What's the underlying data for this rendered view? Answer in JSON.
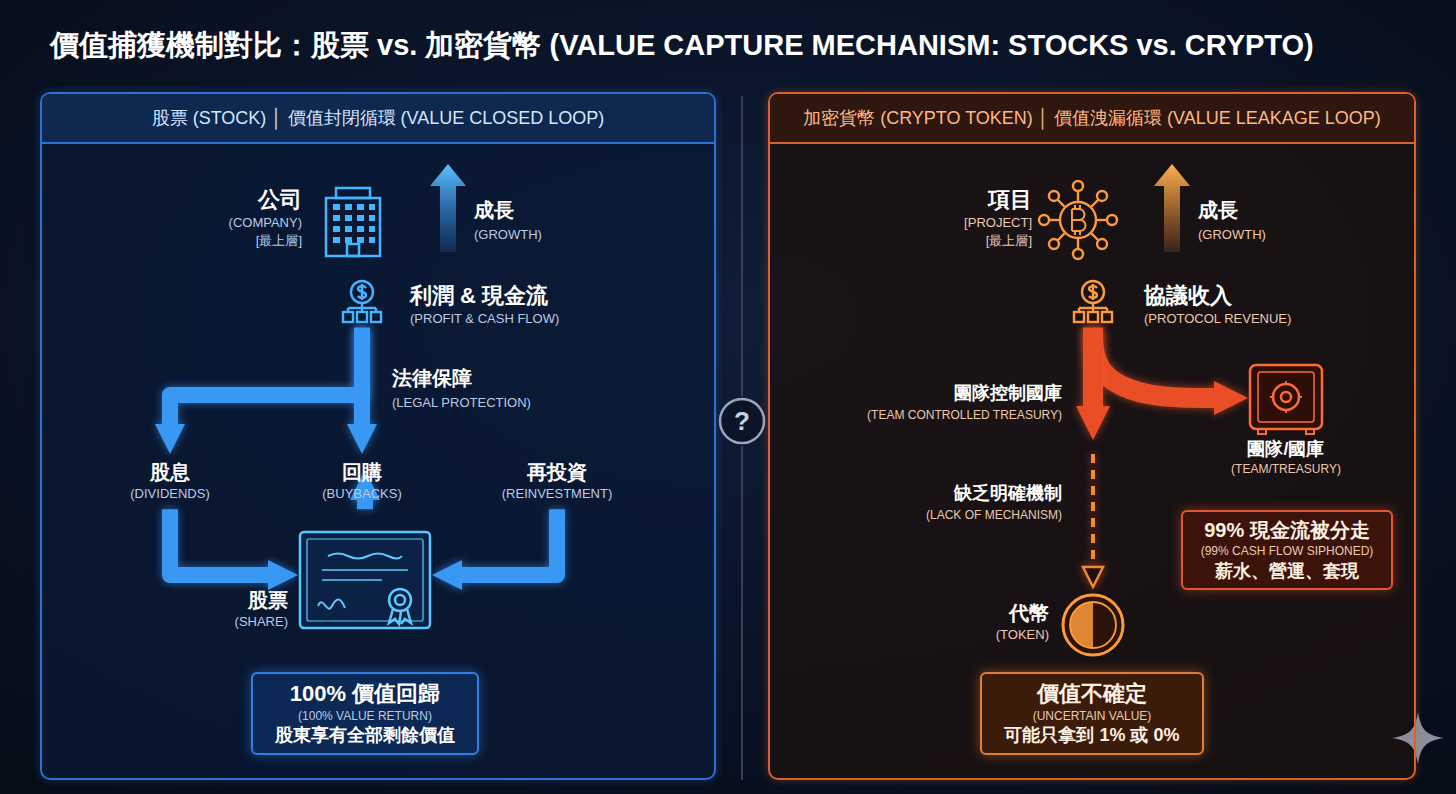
{
  "diagram": {
    "title": "價值捕獲機制對比：股票 vs. 加密貨幣 (VALUE CAPTURE MECHANISM: STOCKS vs. CRYPTO)",
    "nodes": [
      {
        "text": [
          "股票 (STOCK) │ 價值封閉循環 (VALUE CLOSED LOOP)"
        ]
      },
      {
        "text": [
          "公司",
          "(COMPANY)",
          "[最上層]"
        ],
        "in": 0
      },
      {
        "text": [
          "利潤 & 現金流",
          "(PROFIT & CASH FLOW)"
        ],
        "in": 0
      },
      {
        "text": [
          "股息",
          "(DIVIDENDS)"
        ],
        "in": 0
      },
      {
        "text": [
          "回購",
          "(BUYBACKS)"
        ],
        "in": 0
      },
      {
        "text": [
          "再投資",
          "(REINVESTMENT)"
        ],
        "in": 0
      },
      {
        "text": [
          "股票",
          "(SHARE)"
        ],
        "in": 0
      },
      {
        "text": [
          "100% 價值回歸",
          "(100% VALUE RETURN)",
          "股東享有全部剩餘價值"
        ],
        "in": 0
      },
      {
        "text": [
          "加密貨幣 (CRYPTO TOKEN) │ 價值洩漏循環 (VALUE LEAKAGE LOOP)"
        ]
      },
      {
        "text": [
          "項目",
          "[PROJECT]",
          "[最上層]"
        ],
        "in": 8
      },
      {
        "text": [
          "協議收入",
          "(PROTOCOL REVENUE)"
        ],
        "in": 8
      },
      {
        "text": [
          "團隊/國庫",
          "(TEAM/TREASURY)"
        ],
        "in": 8
      },
      {
        "text": [
          "99% 現金流被分走",
          "(99% CASH FLOW SIPHONED)",
          "薪水、營運、套現"
        ],
        "in": 8
      },
      {
        "text": [
          "代幣",
          "(TOKEN)"
        ],
        "in": 8
      },
      {
        "text": [
          "價值不確定",
          "(UNCERTAIN VALUE)",
          "可能只拿到 1% 或 0%"
        ],
        "in": 8
      }
    ],
    "edges": [
      {
        "from": 2,
        "to": 3,
        "arrow": "to"
      },
      {
        "from": 2,
        "to": 4,
        "arrow": "to"
      },
      {
        "from": 3,
        "to": 6,
        "arrow": "to"
      },
      {
        "from": 4,
        "to": 6,
        "arrow": "to"
      },
      {
        "from": 5,
        "to": 6,
        "arrow": "to"
      },
      {
        "from": 10,
        "to": 11,
        "arrow": "to"
      },
      {
        "from": 10,
        "to": 13,
        "arrow": "to"
      }
    ],
    "labels": [
      "成長",
      "(GROWTH)",
      "法律保障",
      "(LEGAL PROTECTION)",
      "?",
      "成長",
      "(GROWTH)",
      "團隊控制國庫",
      "(TEAM CONTROLLED TREASURY)",
      "缺乏明確機制",
      "(LACK OF MECHANISM)"
    ]
  }
}
